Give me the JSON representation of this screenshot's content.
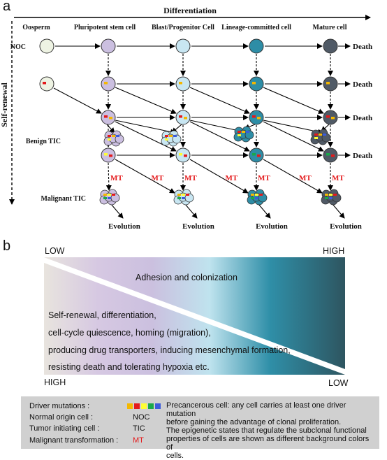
{
  "panel_a": {
    "label": "a",
    "axis_top": "Differentiation",
    "axis_left": "Self-renewal",
    "stages": [
      "Oosperm",
      "Pluripotent stem cell",
      "Blast/Progenitor Cell",
      "Lineage-committed cell",
      "Mature cell"
    ],
    "noc_label": "NOC",
    "death": "Death",
    "benign_tic": "Benign TIC",
    "malignant_tic": "Malignant TIC",
    "mt": "MT",
    "evolution": "Evolution"
  },
  "panel_b": {
    "label": "b",
    "low_top": "LOW",
    "high_top": "HIGH",
    "high_bottom": "HIGH",
    "low_bottom": "LOW",
    "upper_text": "Adhesion and colonization",
    "lower_lines": [
      "Self-renewal, differentiation,",
      "cell-cycle quiescence, homing (migration),",
      "producing drug transporters, inducing mesenchymal formation,",
      "resisting death and tolerating hypoxia etc."
    ]
  },
  "legend": {
    "driver_label": "Driver mutations :",
    "driver_colors": [
      "#f5b800",
      "#e41a1c",
      "#ffff33",
      "#1aa84a",
      "#3b5bdb"
    ],
    "noc_label": "Normal origin cell :",
    "noc_value": "NOC",
    "tic_label": "Tumor initiating cell :",
    "tic_value": "TIC",
    "mt_label": "Malignant transformation :",
    "mt_value": "MT",
    "note_lines": [
      "Precancerous cell: any cell carries at least one driver mutation",
      "before gaining the advantage of clonal proliferation.",
      "The epigenetic states that regulate the subclonal functional",
      "properties of cells are shown as different background colors of",
      "cells."
    ]
  },
  "colors": {
    "oosperm": "#eef3e3",
    "pluripotent": "#cbbfe0",
    "blast": "#c8e6f2",
    "lineage": "#2e8da6",
    "mature": "#505a66",
    "mt_red": "#e41a1c"
  }
}
